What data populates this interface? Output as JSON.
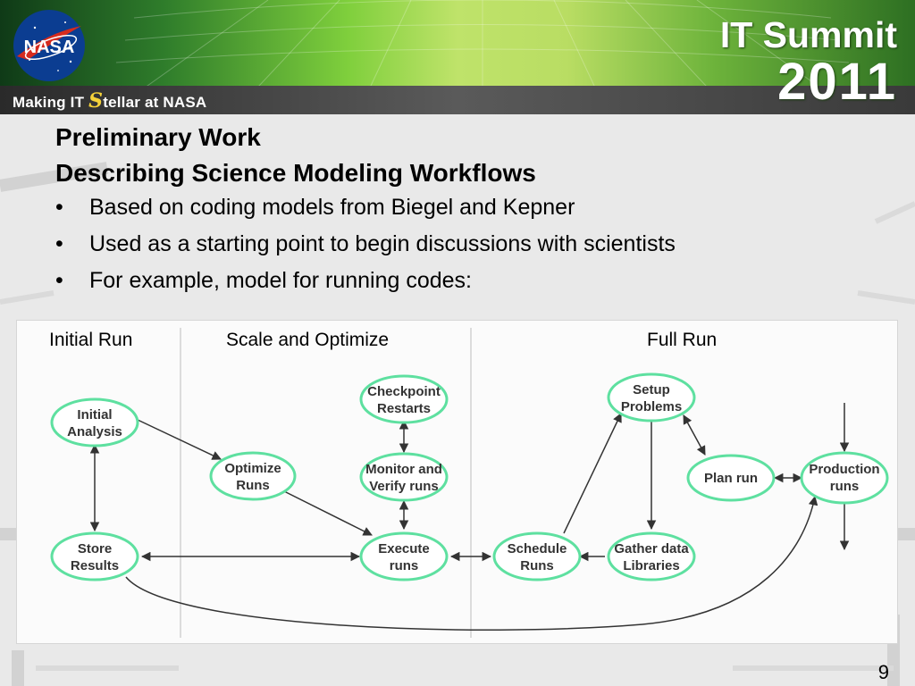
{
  "banner": {
    "logo_text": "NASA",
    "tagline_pre": "Making IT ",
    "tagline_s": "S",
    "tagline_post": "tellar at NASA",
    "event_name": "IT Summit",
    "event_year": "2011"
  },
  "slide": {
    "title_line1": "Preliminary Work",
    "title_line2": "Describing Science Modeling Workflows",
    "bullets": [
      "Based on coding models from Biegel and Kepner",
      "Used as a starting point to begin discussions with scientists",
      "For example, model for running codes:"
    ],
    "page_number": "9"
  },
  "diagram": {
    "columns": [
      "Initial Run",
      "Scale and Optimize",
      "Full Run"
    ],
    "nodes": {
      "initial_analysis": [
        "Initial",
        "Analysis"
      ],
      "store_results": [
        "Store",
        "Results"
      ],
      "optimize_runs": [
        "Optimize",
        "Runs"
      ],
      "checkpoint_restarts": [
        "Checkpoint",
        "Restarts"
      ],
      "monitor_verify": [
        "Monitor and",
        "Verify runs"
      ],
      "execute_runs": [
        "Execute",
        "runs"
      ],
      "schedule_runs": [
        "Schedule",
        "Runs"
      ],
      "setup_problems": [
        "Setup",
        "Problems"
      ],
      "gather_data": [
        "Gather data",
        "Libraries"
      ],
      "plan_run": [
        "Plan run"
      ],
      "production_runs": [
        "Production",
        "runs"
      ]
    },
    "colors": {
      "node_border": "#5ee0a0",
      "node_fill": "#ffffff",
      "arrow": "#333333",
      "node_text": "#333333"
    }
  }
}
